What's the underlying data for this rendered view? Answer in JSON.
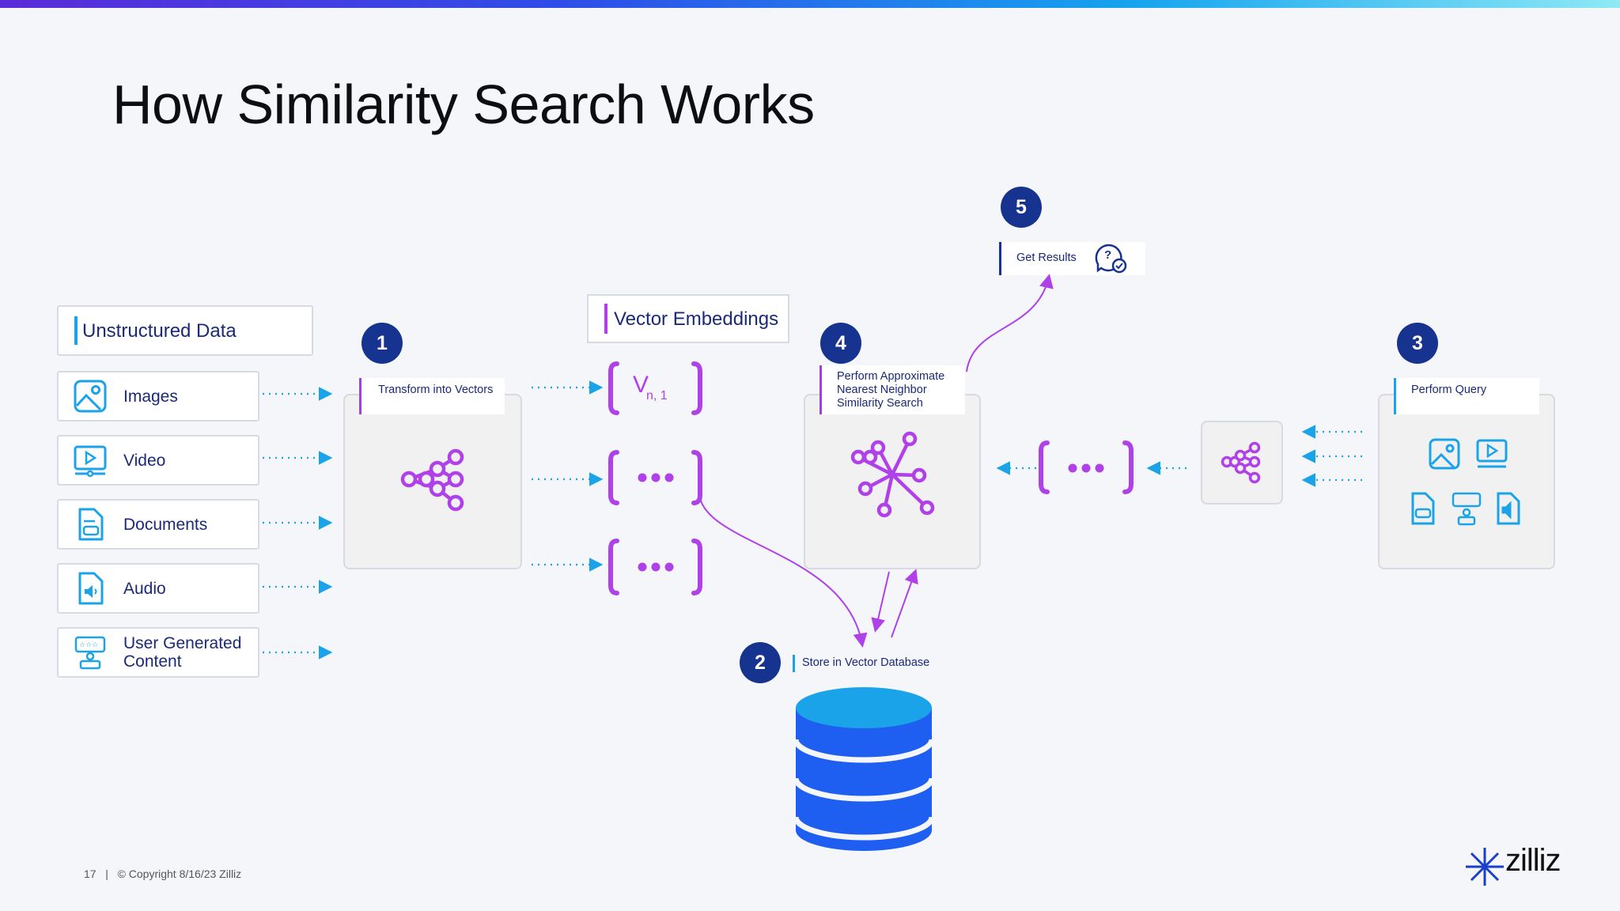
{
  "title": "How Similarity Search Works",
  "unstructured": {
    "title": "Unstructured Data",
    "items": [
      {
        "label": "Images",
        "icon": "image-icon"
      },
      {
        "label": "Video",
        "icon": "video-icon"
      },
      {
        "label": "Documents",
        "icon": "document-icon"
      },
      {
        "label": "Audio",
        "icon": "audio-icon"
      },
      {
        "label": "User Generated Content",
        "icon": "user-content-icon"
      }
    ]
  },
  "steps": {
    "s1": {
      "num": "1",
      "label": "Transform into Vectors"
    },
    "s2": {
      "num": "2",
      "label": "Store in Vector Database"
    },
    "s3": {
      "num": "3",
      "label": "Perform Query"
    },
    "s4": {
      "num": "4",
      "label": "Perform Approximate Nearest Neighbor Similarity Search"
    },
    "s5": {
      "num": "5",
      "label": "Get Results"
    }
  },
  "vector_embeddings": {
    "title": "Vector Embeddings",
    "v_label": "V",
    "v_sub": "n, 1",
    "ellipsis": "•••"
  },
  "footer": {
    "page": "17",
    "separator": "|",
    "copyright": "© Copyright  8/16/23  Zilliz"
  },
  "logo": "zilliz",
  "colors": {
    "navy": "#16338f",
    "purple": "#b040e8",
    "cyan": "#1aa3e8",
    "db_blue": "#1e5ef0"
  }
}
